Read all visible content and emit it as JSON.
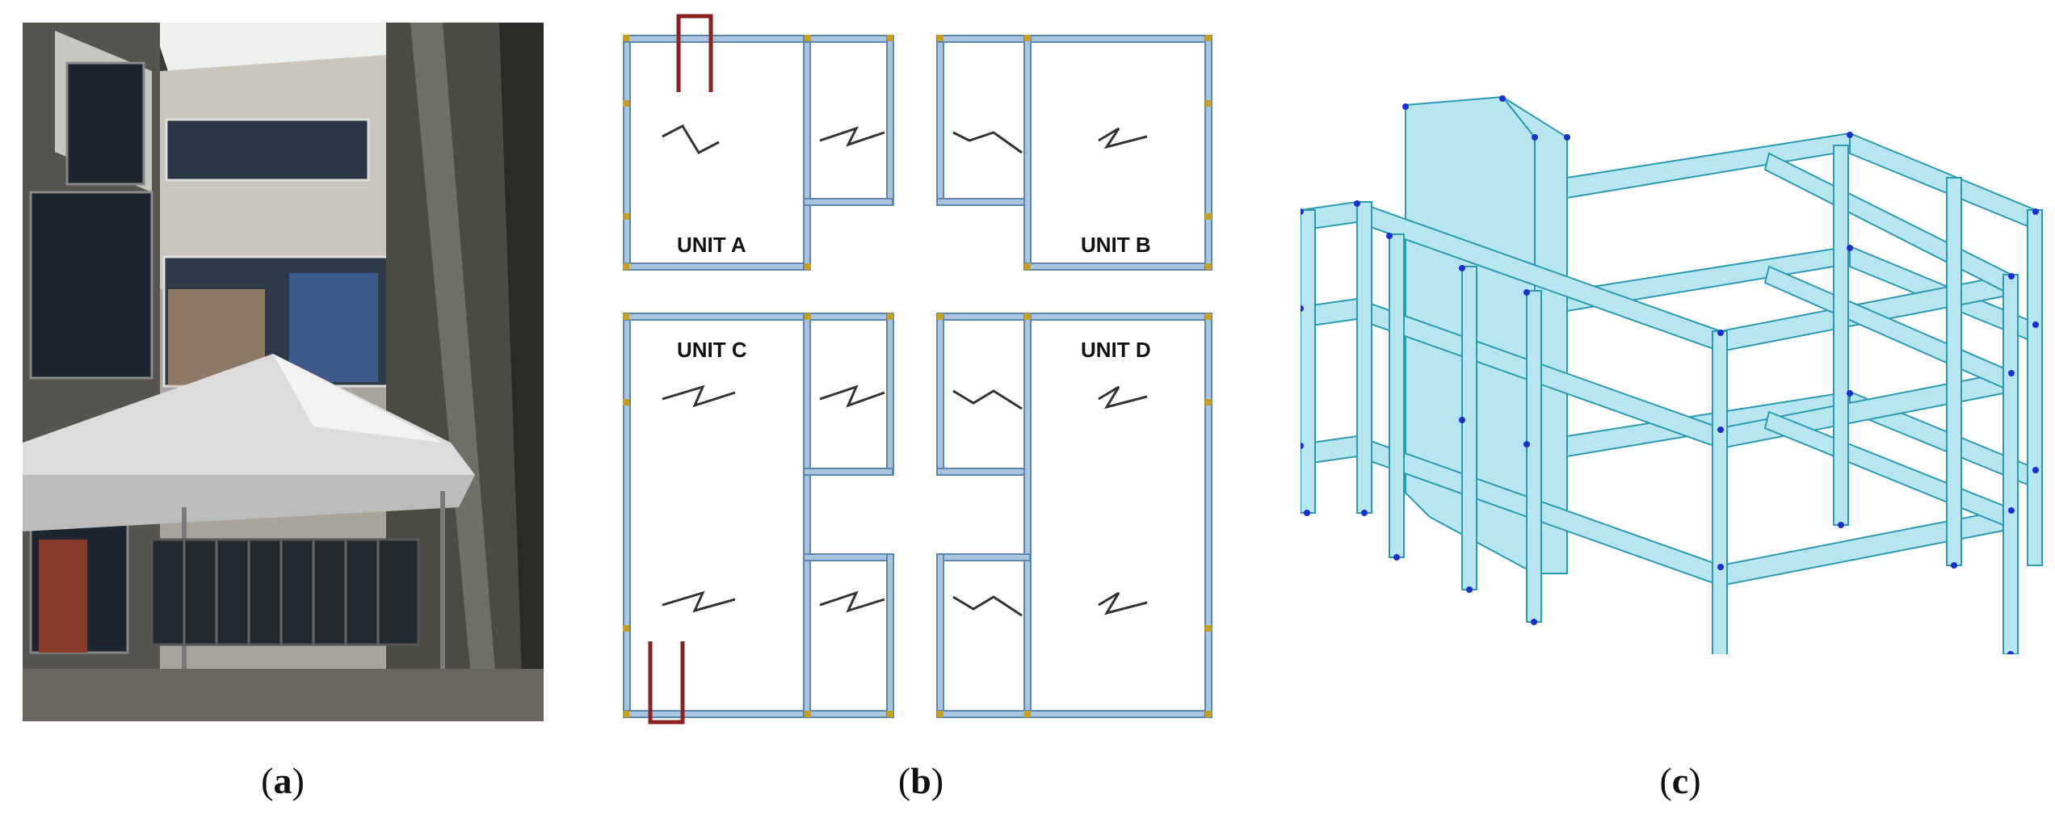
{
  "figure": {
    "panels": [
      {
        "id": "a",
        "caption": "a",
        "description_icon": "courtyard-photo"
      },
      {
        "id": "b",
        "caption": "b",
        "units": [
          "UNIT A",
          "UNIT B",
          "UNIT C",
          "UNIT D"
        ]
      },
      {
        "id": "c",
        "caption": "c",
        "description_icon": "frame-3d-model"
      }
    ],
    "colors": {
      "wall": "#a8c4de",
      "wall_edge": "#5a86b0",
      "connector": "#c8a020",
      "stair": "#8b2020",
      "model_fill": "#b8e6f0",
      "model_edge": "#2a9ab0",
      "node": "#1a2fd0"
    }
  }
}
